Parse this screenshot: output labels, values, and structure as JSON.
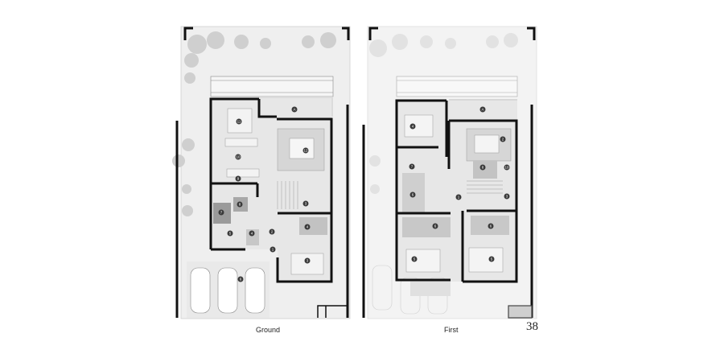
{
  "plans": {
    "ground": {
      "caption": "Ground",
      "rooms": {
        "alfresco": "A",
        "dining": "11",
        "living": "12",
        "kitchen": "10",
        "pantry": "9",
        "laundry": "7",
        "powder": "8",
        "study": "5",
        "store": "4",
        "hall": "2",
        "entry": "1",
        "stair": "3",
        "ensuite": "4",
        "guest_bed": "3",
        "garage": "6"
      }
    },
    "first": {
      "caption": "First",
      "rooms": {
        "balcony": "A",
        "bed_top": "4",
        "family": "2",
        "wc": "8",
        "robe": "10",
        "walk_in": "7",
        "bath": "6",
        "landing": "1",
        "stair": "3",
        "ens_left": "6",
        "ens_right": "6",
        "bed_left": "5",
        "bed_right": "5"
      }
    }
  },
  "page": {
    "number": "38"
  },
  "colors": {
    "wall": "#111111",
    "room_fill": "#e4e4e4",
    "site_fill": "#eeeeee",
    "tree": "#c8c8c8",
    "badge": "#3a3a3a"
  }
}
